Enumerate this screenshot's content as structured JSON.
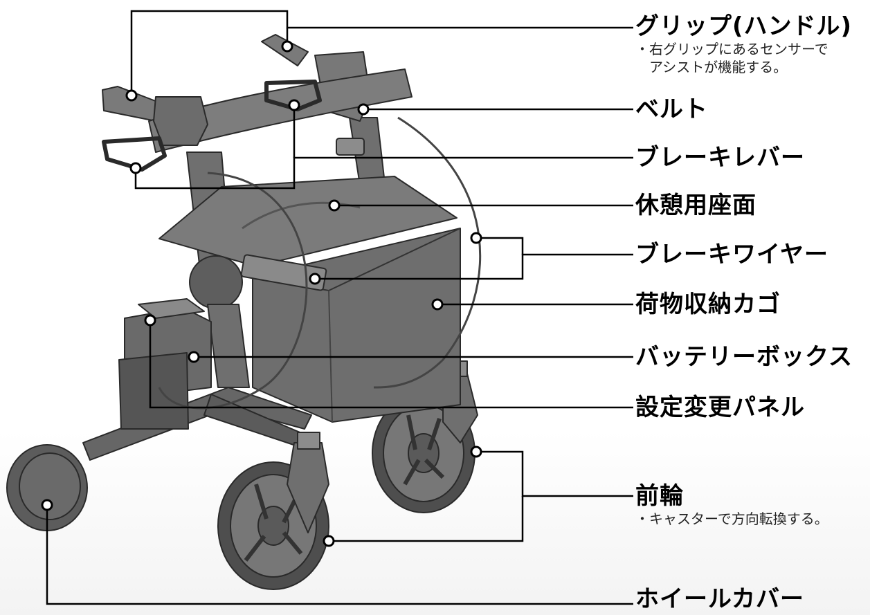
{
  "callouts": [
    {
      "id": "grip",
      "title": "グリップ(ハンドル)",
      "notes": [
        "・右グリップにあるセンサーで",
        "アシストが機能する。"
      ]
    },
    {
      "id": "belt",
      "title": "ベルト",
      "notes": []
    },
    {
      "id": "brake-lever",
      "title": "ブレーキレバー",
      "notes": []
    },
    {
      "id": "seat",
      "title": "休憩用座面",
      "notes": []
    },
    {
      "id": "brake-wire",
      "title": "ブレーキワイヤー",
      "notes": []
    },
    {
      "id": "basket",
      "title": "荷物収納カゴ",
      "notes": []
    },
    {
      "id": "battery",
      "title": "バッテリーボックス",
      "notes": []
    },
    {
      "id": "panel",
      "title": "設定変更パネル",
      "notes": []
    },
    {
      "id": "front-wheel",
      "title": "前輪",
      "notes": [
        "・キャスターで方向転換する。"
      ]
    },
    {
      "id": "wheel-cover",
      "title": "ホイールカバー",
      "notes": []
    }
  ],
  "colors": {
    "line": "#000000",
    "body": "#6f6f6f",
    "body_dark": "#505050",
    "body_light": "#8c8c8c",
    "outline": "#2a2a2a"
  }
}
